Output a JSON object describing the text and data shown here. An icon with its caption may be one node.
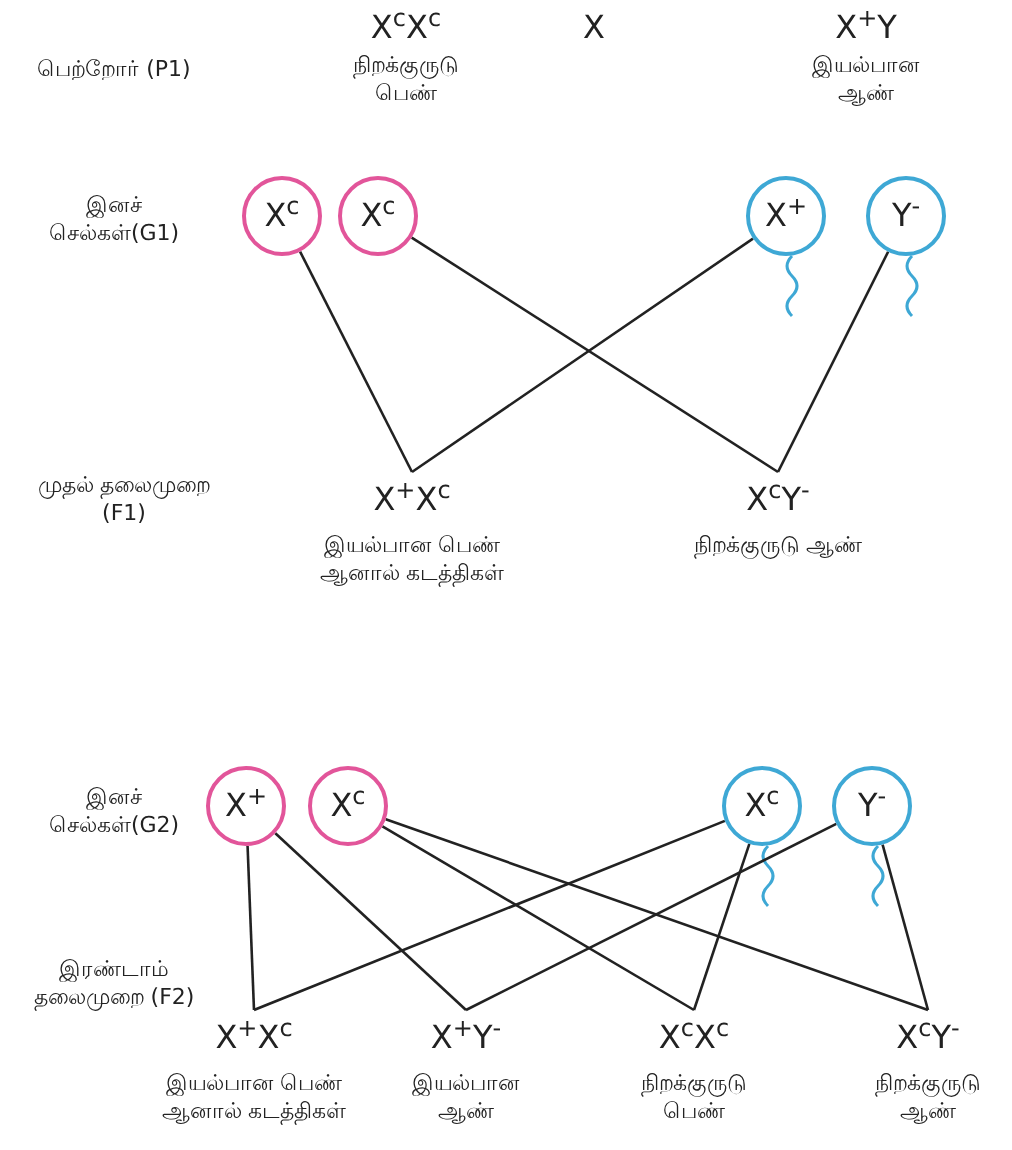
{
  "diagram": {
    "nodes": [
      {
        "text": [
          "X$^{c}$"
        ]
      },
      {
        "text": [
          "X$^{c}$"
        ]
      },
      {
        "text": [
          "X$^{+}$"
        ]
      },
      {
        "text": [
          "Y$^{-}$"
        ]
      },
      {
        "text": [
          "X$^{+}$X$^{c}$",
          "இயல்பான பெண் ஆனால் கடத்திகள்"
        ]
      },
      {
        "text": [
          "X$^{c}$Y$^{-}$",
          "நிறக்குருடு ஆண்"
        ]
      },
      {
        "text": [
          "X$^{+}$"
        ]
      },
      {
        "text": [
          "X$^{c}$"
        ]
      },
      {
        "text": [
          "X$^{c}$"
        ]
      },
      {
        "text": [
          "Y$^{-}$"
        ]
      },
      {
        "text": [
          "X$^{+}$X$^{c}$",
          "இயல்பான பெண் ஆனால் கடத்திகள்"
        ]
      },
      {
        "text": [
          "X$^{+}$Y$^{-}$",
          "இயல்பான ஆண்"
        ]
      },
      {
        "text": [
          "X$^{c}$X$^{c}$",
          "நிறக்குருடு பெண்"
        ]
      },
      {
        "text": [
          "X$^{c}$Y$^{-}$",
          "நிறக்குருடு ஆண்"
        ]
      }
    ],
    "edges": [
      {
        "from": 0,
        "to": 4,
        "arrow": "none"
      },
      {
        "from": 1,
        "to": 5,
        "arrow": "none"
      },
      {
        "from": 2,
        "to": 4,
        "arrow": "none"
      },
      {
        "from": 3,
        "to": 5,
        "arrow": "none"
      },
      {
        "from": 6,
        "to": 10,
        "arrow": "none"
      },
      {
        "from": 6,
        "to": 11,
        "arrow": "none"
      },
      {
        "from": 7,
        "to": 12,
        "arrow": "none"
      },
      {
        "from": 7,
        "to": 13,
        "arrow": "none"
      },
      {
        "from": 8,
        "to": 10,
        "arrow": "none"
      },
      {
        "from": 8,
        "to": 12,
        "arrow": "none"
      },
      {
        "from": 9,
        "to": 11,
        "arrow": "none"
      },
      {
        "from": 9,
        "to": 13,
        "arrow": "none"
      }
    ],
    "labels": [
      "பெற்றோர் (P1)",
      "X$^{c}$X$^{c}$",
      "நிறக்குருடு பெண்",
      "X",
      "X$^{+}$Y",
      "இயல்பான ஆண்",
      "இனச் செல்கள்(G1)",
      "முதல் தலைமுறை (F1)",
      "இனச் செல்கள்(G2)",
      "இரண்டாம் தலைமுறை (F2)"
    ]
  }
}
